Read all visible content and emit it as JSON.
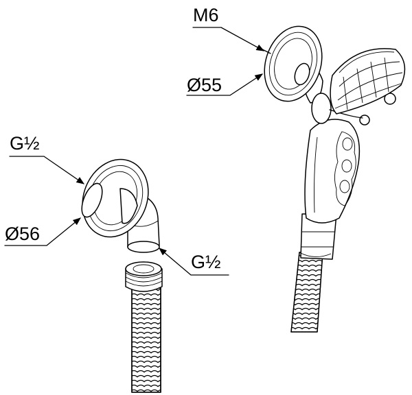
{
  "labels": {
    "wall_bracket_thread": "M6",
    "wall_bracket_diameter": "Ø55",
    "elbow_inlet_thread": "G½",
    "elbow_flange_diameter": "Ø56",
    "elbow_outlet_thread": "G½"
  }
}
